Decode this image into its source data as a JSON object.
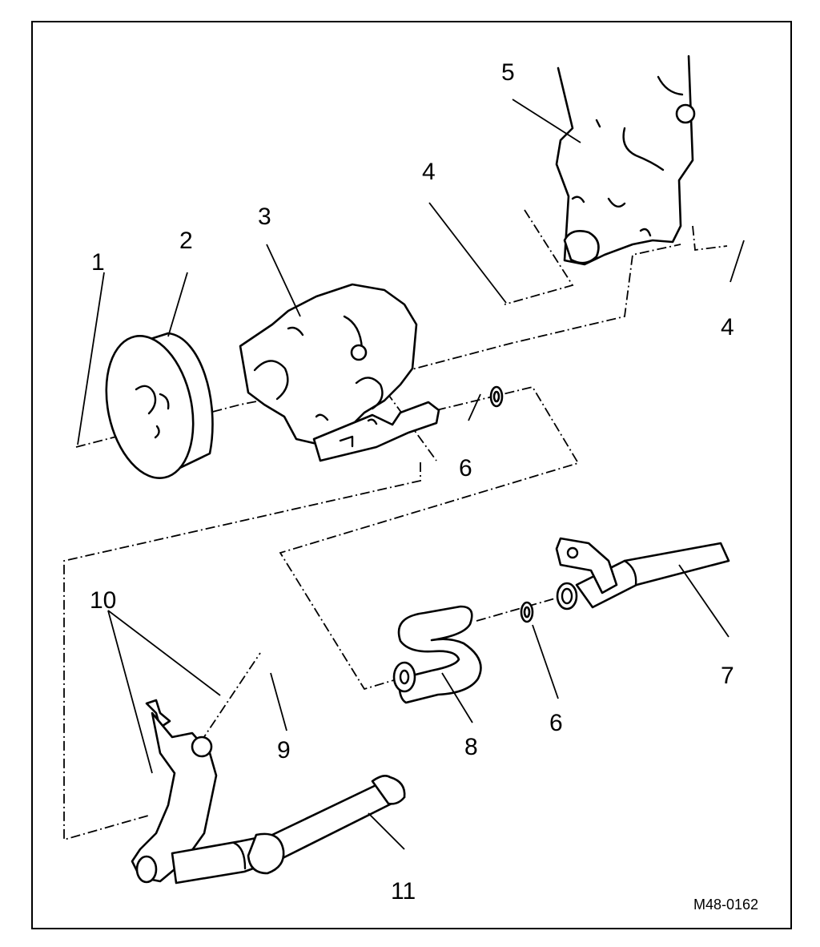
{
  "figure": {
    "reference": "M48-0162",
    "callouts": [
      "1",
      "2",
      "3",
      "4",
      "4",
      "5",
      "6",
      "6",
      "7",
      "8",
      "9",
      "10",
      "11"
    ]
  }
}
